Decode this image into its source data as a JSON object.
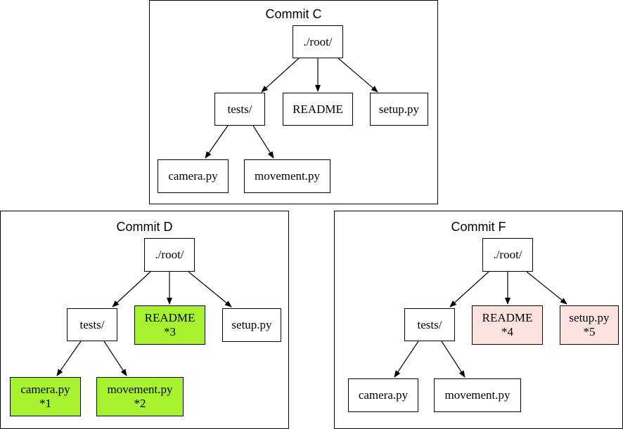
{
  "colors": {
    "added": "#a6f22f",
    "removed": "#fde3df",
    "default": "#ffffff"
  },
  "commits": [
    {
      "title": "Commit C",
      "root": {
        "label": "./root/"
      },
      "tests": {
        "label": "tests/"
      },
      "readme": {
        "label": "README",
        "mark": ""
      },
      "setup": {
        "label": "setup.py",
        "mark": ""
      },
      "camera": {
        "label": "camera.py",
        "mark": ""
      },
      "movement": {
        "label": "movement.py",
        "mark": ""
      }
    },
    {
      "title": "Commit D",
      "root": {
        "label": "./root/"
      },
      "tests": {
        "label": "tests/"
      },
      "readme": {
        "label": "README",
        "mark": "*3"
      },
      "setup": {
        "label": "setup.py",
        "mark": ""
      },
      "camera": {
        "label": "camera.py",
        "mark": "*1"
      },
      "movement": {
        "label": "movement.py",
        "mark": "*2"
      }
    },
    {
      "title": "Commit F",
      "root": {
        "label": "./root/"
      },
      "tests": {
        "label": "tests/"
      },
      "readme": {
        "label": "README",
        "mark": "*4"
      },
      "setup": {
        "label": "setup.py",
        "mark": "*5"
      },
      "camera": {
        "label": "camera.py",
        "mark": ""
      },
      "movement": {
        "label": "movement.py",
        "mark": ""
      }
    }
  ]
}
